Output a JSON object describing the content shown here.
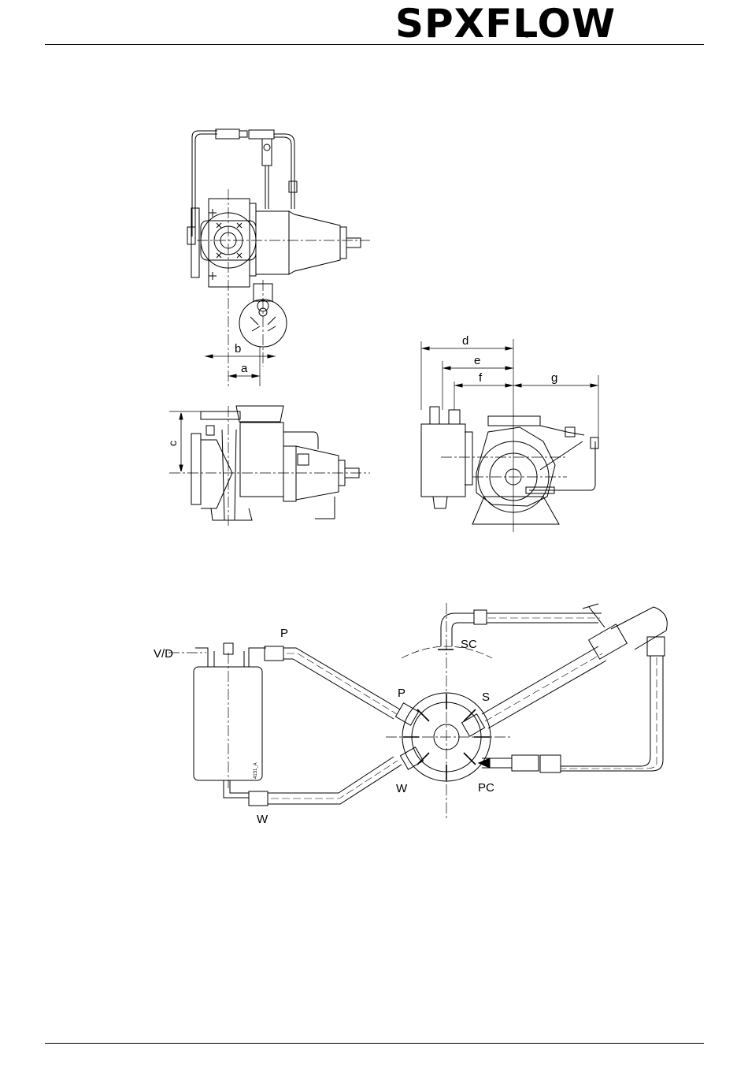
{
  "header": {
    "brand": "SPXFLOW",
    "registered_mark": "®"
  },
  "figure_top": {
    "dimensions": [
      "a",
      "b",
      "c",
      "d",
      "e",
      "f",
      "g"
    ]
  },
  "figure_piping": {
    "labels": {
      "v_d": "V/D",
      "p_top": "P",
      "p_port": "P",
      "s_port": "S",
      "sc": "SC",
      "w_port": "W",
      "w_bottom": "W",
      "pc": "PC",
      "tank_code": "4131_A"
    }
  }
}
